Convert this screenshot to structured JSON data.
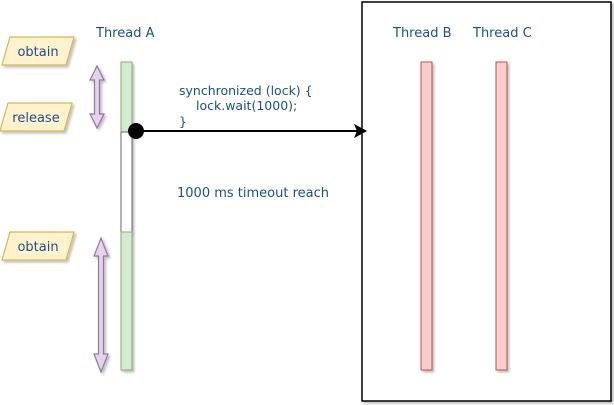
{
  "threads": {
    "a": "Thread A",
    "b": "Thread B",
    "c": "Thread C"
  },
  "tags": {
    "obtain_1": "obtain",
    "release": "release",
    "obtain_2": "obtain"
  },
  "code": {
    "line1": "synchronized (lock) {",
    "line2": "lock.wait(1000);",
    "line3": "}"
  },
  "timeout_note": "1000 ms timeout reach",
  "colors": {
    "text": "#1b4f8a",
    "tag_fill": "#fff2cc",
    "tag_stroke": "#d6b656",
    "bar_green_fill": "#d5e8d4",
    "bar_green_stroke": "#82b366",
    "bar_red_fill": "#f8cecc",
    "bar_red_stroke": "#b85450",
    "arrow_purple_fill": "#e1d5e7",
    "arrow_purple_stroke": "#9673a6"
  }
}
